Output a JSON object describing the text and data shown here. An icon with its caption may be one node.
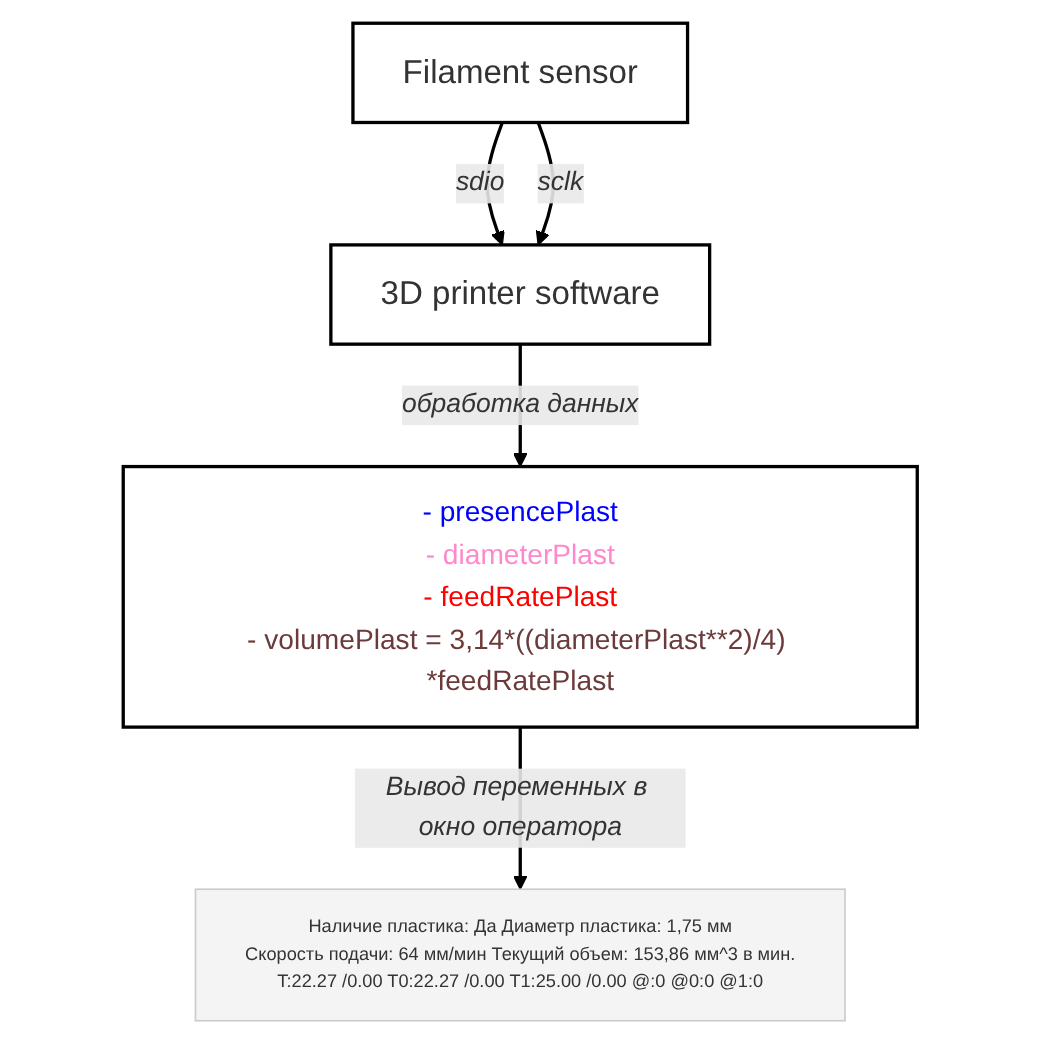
{
  "diagram": {
    "nodes": [
      {
        "text": [
          "Filament sensor"
        ]
      },
      {
        "text": [
          "3D printer software"
        ]
      },
      {
        "text": [
          "- presencePlast",
          "- diameterPlast",
          "- feedRatePlast",
          "- volumePlast = 3,14*((diameterPlast**2)/4) *feedRatePlast"
        ]
      },
      {
        "text": [
          "Наличие пластика:",
          "Да",
          "Диаметр пластика:",
          "1,75",
          "мм",
          "Скорость подачи:",
          "64",
          "мм/мин",
          "Текущий объем:",
          "153,86",
          "мм^3 в мин.",
          "T:22.27 /0.00 T0:22.27 /0.00 T1:25.00 /0.00 @:0 @0:0 @1:0"
        ]
      }
    ],
    "edges": [
      {
        "from": 0,
        "to": 1,
        "arrow": "to",
        "label": "sdio"
      },
      {
        "from": 0,
        "to": 1,
        "arrow": "to",
        "label": "sclk"
      },
      {
        "from": 1,
        "to": 2,
        "arrow": "to",
        "label": "обработка данных"
      },
      {
        "from": 2,
        "to": 3,
        "arrow": "to",
        "label": "Вывод переменных в окно оператора"
      }
    ]
  }
}
